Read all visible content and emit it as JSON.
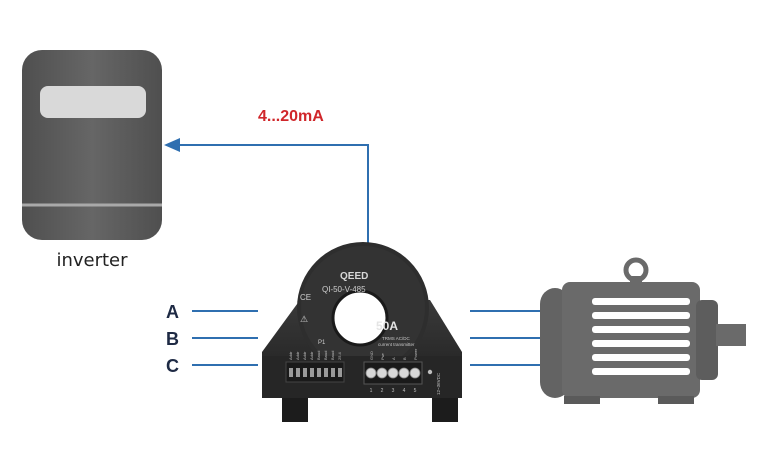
{
  "signal_label": "4...20mA",
  "inverter_label": "inverter",
  "phases": [
    "A",
    "B",
    "C"
  ],
  "sensor": {
    "brand": "QEED",
    "model": "QI-50-V-485",
    "rating": "50A",
    "desc_line1": "TRMS AC/DC",
    "desc_line2": "current transmitter",
    "dip_label": "P1",
    "dip_switch_labels": [
      "Addr",
      "Addr",
      "Addr",
      "Addr",
      "Baud",
      "Baud",
      "Baud",
      "25.4"
    ],
    "terminal_labels": [
      "GND",
      "Pwr",
      "A",
      "B",
      "Power"
    ],
    "terminal_numbers": [
      "1",
      "2",
      "3",
      "4",
      "5"
    ],
    "side_label": "12~36VDC"
  },
  "colors": {
    "signal_arrow": "#2f6fb0",
    "signal_label": "#d0262a",
    "phase_line": "#2f6fb0",
    "inverter_body": "#5f5f5f",
    "motor_body": "#6a6a6a",
    "sensor_body": "#2b2b2b"
  }
}
